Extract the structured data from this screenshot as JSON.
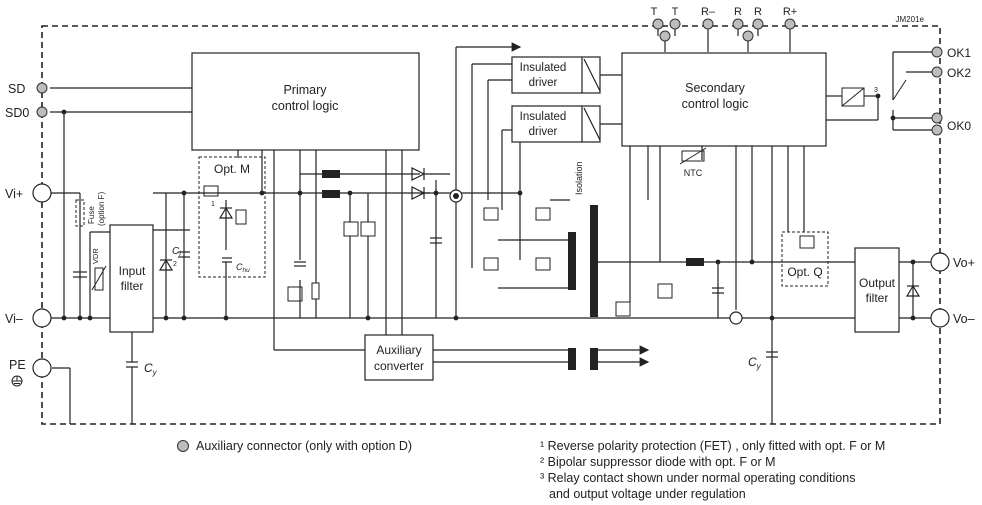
{
  "drawing_id": "JM201e",
  "input_terminals": {
    "sd": "SD",
    "sd0": "SD0",
    "vi_plus": "Vi+",
    "vi_minus": "Vi–",
    "pe": "PE"
  },
  "output_terminals": {
    "vo_plus": "Vo+",
    "vo_minus": "Vo–"
  },
  "top_terminals": [
    "T",
    "T",
    "R–",
    "R",
    "R",
    "R+"
  ],
  "relay_terminals": {
    "ok1": "OK1",
    "ok2": "OK2",
    "ok0": "OK0",
    "note_ref": "3"
  },
  "blocks": {
    "primary": [
      "Primary",
      "control logic"
    ],
    "secondary": [
      "Secondary",
      "control logic"
    ],
    "driver1": [
      "Insulated",
      "driver"
    ],
    "driver2": [
      "Insulated",
      "driver"
    ],
    "input_filter": [
      "Input",
      "filter"
    ],
    "output_filter": [
      "Output",
      "filter"
    ],
    "aux_converter": [
      "Auxiliary",
      "converter"
    ]
  },
  "labels": {
    "opt_m": "Opt. M",
    "opt_q": "Opt. Q",
    "fuse": "Fuse",
    "fuse_option": "(option F)",
    "vdr": "VDR",
    "ci": "C",
    "ci_sub": "i",
    "chu": "C",
    "chu_sub": "hu",
    "cy_in": "C",
    "cy_in_sub": "y",
    "cy_out": "C",
    "cy_out_sub": "y",
    "ntc": "NTC",
    "isolation": "Isolation",
    "fn1": "1",
    "fn2": "2"
  },
  "legend": {
    "aux_connector": "Auxiliary connector (only with option D)"
  },
  "footnotes": [
    "¹ Reverse polarity protection (FET) , only fitted with opt. F or M",
    "² Bipolar suppressor diode with opt. F or M",
    "³ Relay contact shown under normal operating conditions",
    "and output voltage under regulation"
  ]
}
